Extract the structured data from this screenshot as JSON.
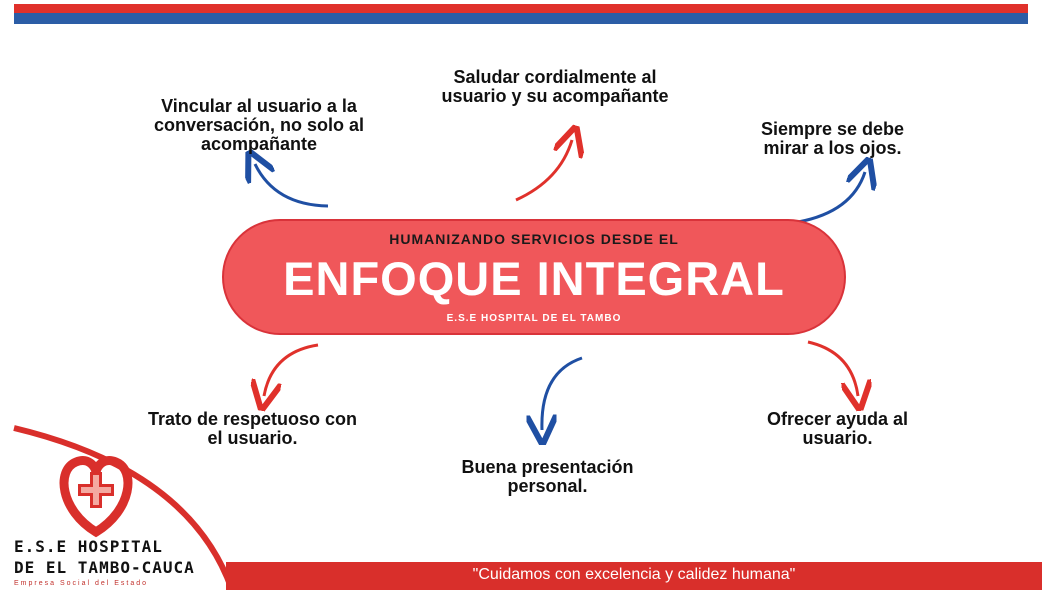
{
  "header": {
    "colors": {
      "red": "#e0312b",
      "blue": "#2b5da6"
    }
  },
  "center": {
    "top_text": "HUMANIZANDO SERVICIOS DESDE EL",
    "main_text": "ENFOQUE INTEGRAL",
    "sub_text": "E.S.E HOSPITAL DE EL TAMBO",
    "color": "#f0575a"
  },
  "items": [
    {
      "text": "Vincular al usuario a la conversación, no solo al acompañante",
      "arrow_color": "#1f4fa3"
    },
    {
      "text": "Saludar cordialmente al usuario y su acompañante",
      "arrow_color": "#e0312b"
    },
    {
      "text": "Siempre se debe mirar a los ojos.",
      "arrow_color": "#1f4fa3"
    },
    {
      "text": "Trato de respetuoso con el usuario.",
      "arrow_color": "#e0312b"
    },
    {
      "text": "Buena presentación personal.",
      "arrow_color": "#1f4fa3"
    },
    {
      "text": "Ofrecer ayuda al usuario.",
      "arrow_color": "#e0312b"
    }
  ],
  "logo": {
    "line1": "E.S.E HOSPITAL",
    "line2": "DE EL TAMBO-CAUCA",
    "tagline": "Empresa Social del Estado",
    "icon": "heart-cross-logo"
  },
  "footer": {
    "slogan": "\"Cuidamos con excelencia y calidez humana\"",
    "color": "#d92f2b"
  }
}
